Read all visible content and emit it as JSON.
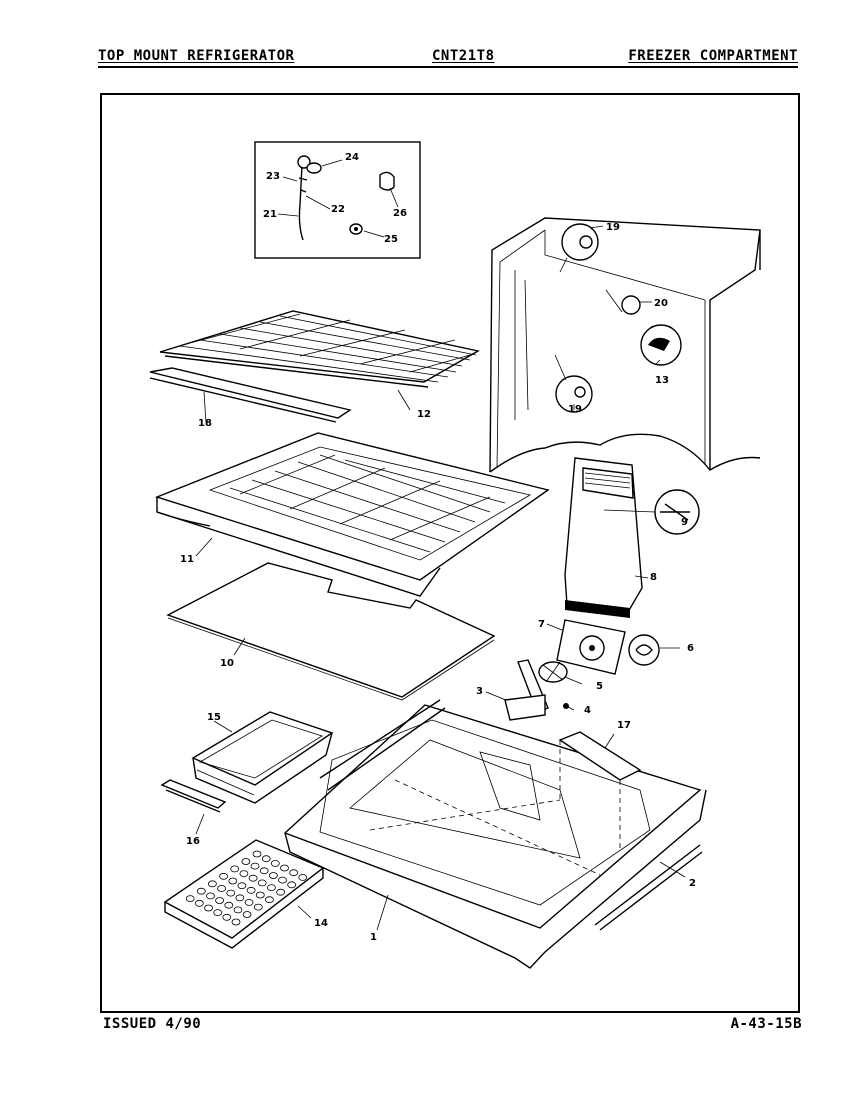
{
  "header": {
    "left": "TOP MOUNT REFRIGERATOR",
    "center": "CNT21T8",
    "right": "FREEZER COMPARTMENT"
  },
  "footer": {
    "left": "ISSUED 4/90",
    "right": "A-43-15B"
  },
  "callouts": {
    "p1": "1",
    "p2": "2",
    "p3": "3",
    "p4": "4",
    "p5": "5",
    "p6": "6",
    "p7": "7",
    "p8": "8",
    "p9": "9",
    "p10": "10",
    "p11": "11",
    "p12": "12",
    "p13": "13",
    "p14": "14",
    "p15": "15",
    "p16": "16",
    "p17": "17",
    "p18": "18",
    "p19a": "19",
    "p19b": "19",
    "p20": "20",
    "p21": "21",
    "p22": "22",
    "p23": "23",
    "p24": "24",
    "p25": "25",
    "p26": "26"
  }
}
